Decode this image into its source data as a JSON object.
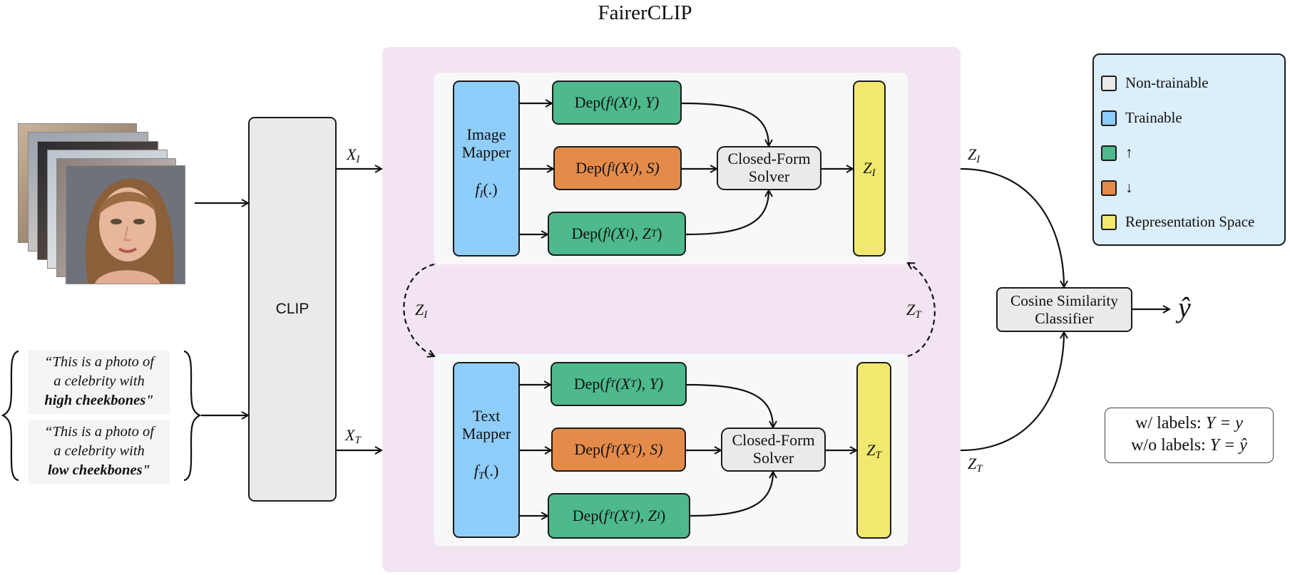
{
  "title": "FairerCLIP",
  "clip": {
    "label": "CLIP"
  },
  "inputs": {
    "prompt_high": {
      "line1": "“This is a photo of",
      "line2": "a celebrity with",
      "line3": "high cheekbones\""
    },
    "prompt_low": {
      "line1": "“This is a photo of",
      "line2": "a celebrity with",
      "line3": "low cheekbones\""
    }
  },
  "image_branch": {
    "mapper": {
      "line1": "Image",
      "line2": "Mapper",
      "fn": "f",
      "fn_sub": "I",
      "fn_tail": "(.)"
    },
    "dep_y": {
      "pre": "Dep(",
      "f": "f",
      "f_sub": "I",
      "mid": "(X",
      "x_sub": "I",
      "arg": "), Y)"
    },
    "dep_s": {
      "pre": "Dep(",
      "f": "f",
      "f_sub": "I",
      "mid": "(X",
      "x_sub": "I",
      "arg": "), S)"
    },
    "dep_z": {
      "pre": "Dep(",
      "f": "f",
      "f_sub": "I",
      "mid": "(X",
      "x_sub": "I",
      "arg": "), Z",
      "arg_sub": "T",
      "tail": ")"
    },
    "solver": {
      "line1": "Closed-Form",
      "line2": "Solver"
    },
    "rep": {
      "z": "Z",
      "sub": "I"
    }
  },
  "text_branch": {
    "mapper": {
      "line1": "Text",
      "line2": "Mapper",
      "fn": "f",
      "fn_sub": "T",
      "fn_tail": "(.)"
    },
    "dep_y": {
      "pre": "Dep(",
      "f": "f",
      "f_sub": "T",
      "mid": "(X",
      "x_sub": "T",
      "arg": "), Y)"
    },
    "dep_s": {
      "pre": "Dep(",
      "f": "f",
      "f_sub": "T",
      "mid": "(X",
      "x_sub": "T",
      "arg": "), S)"
    },
    "dep_z": {
      "pre": "Dep(",
      "f": "f",
      "f_sub": "T",
      "mid": "(X",
      "x_sub": "T",
      "arg": "), Z",
      "arg_sub": "I",
      "tail": ")"
    },
    "solver": {
      "line1": "Closed-Form",
      "line2": "Solver"
    },
    "rep": {
      "z": "Z",
      "sub": "T"
    }
  },
  "edge_labels": {
    "xi": {
      "v": "X",
      "sub": "I"
    },
    "xt": {
      "v": "X",
      "sub": "T"
    },
    "zi_left": {
      "v": "Z",
      "sub": "I"
    },
    "zt_right": {
      "v": "Z",
      "sub": "T"
    },
    "zi_out": {
      "v": "Z",
      "sub": "I"
    },
    "zt_out": {
      "v": "Z",
      "sub": "T"
    }
  },
  "classifier": {
    "line1": "Cosine Similarity",
    "line2": "Classifier",
    "output": "ŷ"
  },
  "legend": {
    "items": [
      {
        "label": "Non-trainable",
        "color": "#eaeaec"
      },
      {
        "label": "Trainable",
        "color": "#8fcdfb"
      },
      {
        "label": "↑",
        "color": "#4db98c"
      },
      {
        "label": "↓",
        "color": "#e58b4a"
      },
      {
        "label": "Representation Space",
        "color": "#f1e86f"
      }
    ]
  },
  "labels_note": {
    "line1_text": "w/ labels: ",
    "line1_math": "Y = y",
    "line2_text": "w/o labels: ",
    "line2_math": "Y = ŷ"
  },
  "colors": {
    "panel_bg": "#f2e5f1",
    "inner_bg": "#f7f9f9",
    "legend_bg": "#dbeefb",
    "nontrainable": "#eaeaec",
    "trainable": "#8fcdfb",
    "up": "#4db98c",
    "down": "#e58b4a",
    "rep": "#f1e86f"
  }
}
